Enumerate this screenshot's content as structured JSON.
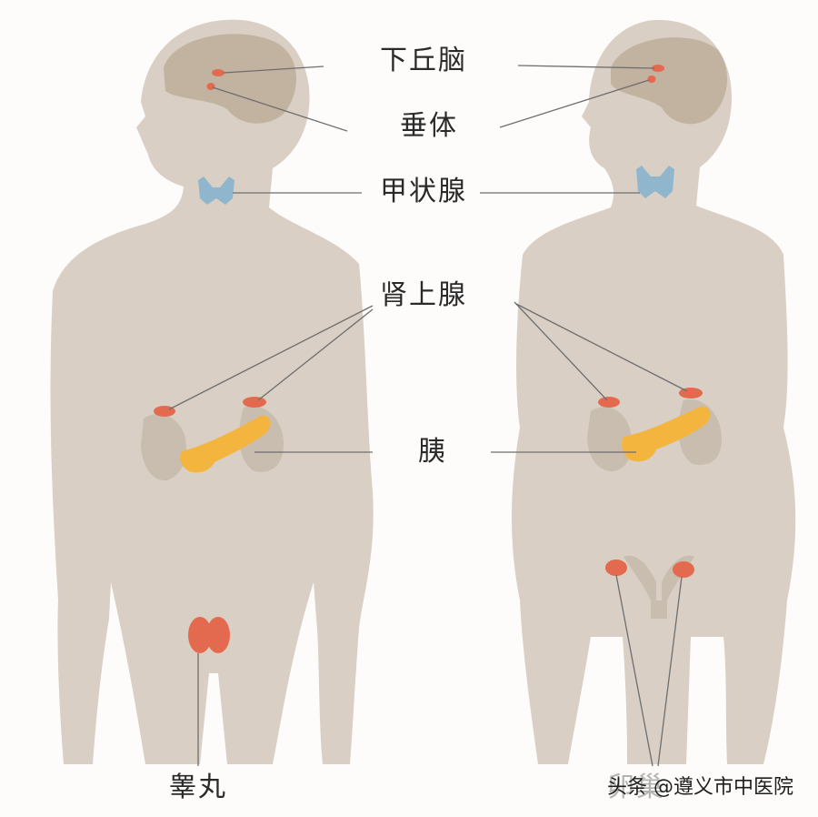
{
  "labels": {
    "hypothalamus": "下丘脑",
    "pituitary": "垂体",
    "thyroid": "甲状腺",
    "adrenal": "肾上腺",
    "pancreas": "胰",
    "testes": "睾丸",
    "ovaries": "卵巢"
  },
  "watermark": "头条 @遵义市中医院",
  "colors": {
    "background": "#fdfcfb",
    "body": "#d9cfc4",
    "brain": "#c2b2a0",
    "kidney": "#c9bdaf",
    "thyroid": "#8fb6cc",
    "pancreas": "#f3b53e",
    "gland": "#e46a4f",
    "line": "#6e6e6e"
  }
}
